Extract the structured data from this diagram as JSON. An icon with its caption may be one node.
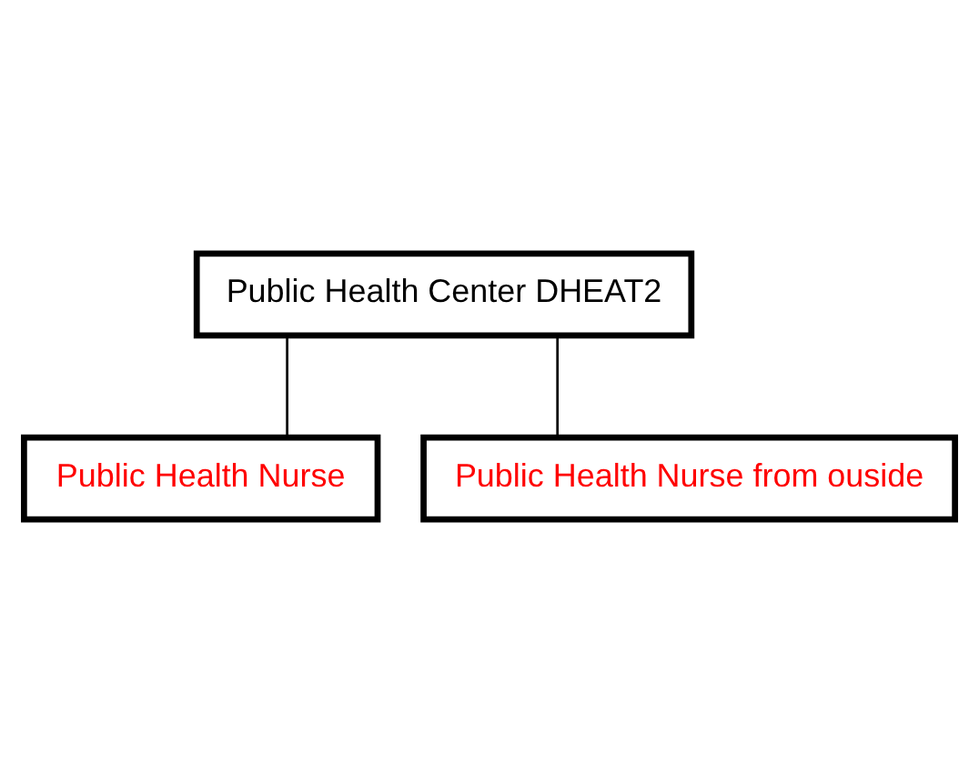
{
  "diagram": {
    "nodes": [
      {
        "text": [
          "Public Health Center DHEAT2"
        ]
      },
      {
        "text": [
          "Public Health Nurse"
        ]
      },
      {
        "text": [
          "Public Health Nurse from ouside"
        ]
      }
    ],
    "edges": [
      {
        "from": 0,
        "to": 1,
        "arrow": "none"
      },
      {
        "from": 0,
        "to": 2,
        "arrow": "none"
      }
    ]
  }
}
